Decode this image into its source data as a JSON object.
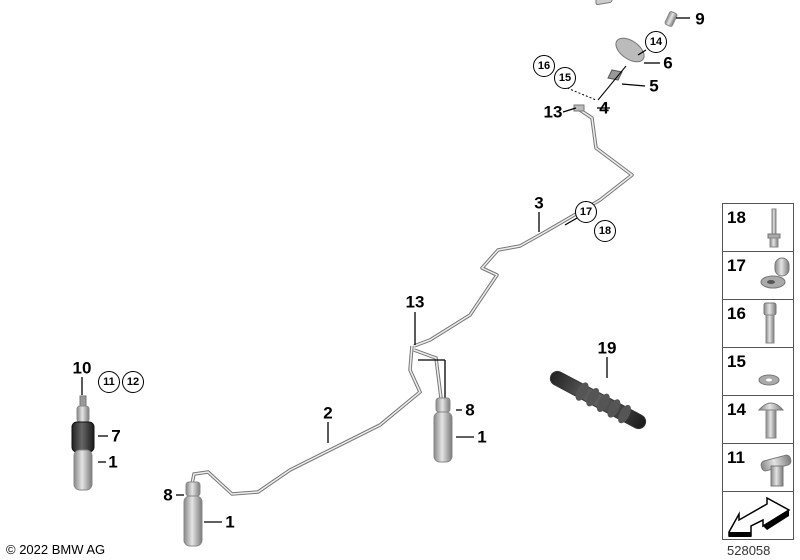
{
  "callouts": [
    {
      "text": "9",
      "style": "plain"
    },
    {
      "text": "14",
      "style": "circle"
    },
    {
      "text": "6",
      "style": "plain"
    },
    {
      "text": "16",
      "style": "circle"
    },
    {
      "text": "15",
      "style": "circle"
    },
    {
      "text": "5",
      "style": "plain"
    },
    {
      "text": "13",
      "style": "plain"
    },
    {
      "text": "4",
      "style": "plain"
    },
    {
      "text": "3",
      "style": "plain"
    },
    {
      "text": "17",
      "style": "circle"
    },
    {
      "text": "18",
      "style": "circle"
    },
    {
      "text": "13",
      "style": "plain"
    },
    {
      "text": "19",
      "style": "plain"
    },
    {
      "text": "8",
      "style": "plain"
    },
    {
      "text": "1",
      "style": "plain"
    },
    {
      "text": "2",
      "style": "plain"
    },
    {
      "text": "10",
      "style": "plain"
    },
    {
      "text": "11",
      "style": "circle"
    },
    {
      "text": "12",
      "style": "circle"
    },
    {
      "text": "7",
      "style": "plain"
    },
    {
      "text": "1",
      "style": "plain"
    },
    {
      "text": "8",
      "style": "plain"
    },
    {
      "text": "1",
      "style": "plain"
    }
  ],
  "legend_panel": {
    "rows": [
      {
        "num": "18",
        "part": "rivet-icon"
      },
      {
        "num": "17",
        "part": "pipe-clip-icon"
      },
      {
        "num": "16",
        "part": "socket-head-screw-icon"
      },
      {
        "num": "15",
        "part": "washer-icon"
      },
      {
        "num": "14",
        "part": "button-head-screw-icon"
      },
      {
        "num": "11",
        "part": "tee-connector-icon"
      }
    ],
    "direction": "forward-arrow-icon"
  },
  "footer": {
    "copyright": "© 2022 BMW AG",
    "diagram_number": "528058"
  }
}
